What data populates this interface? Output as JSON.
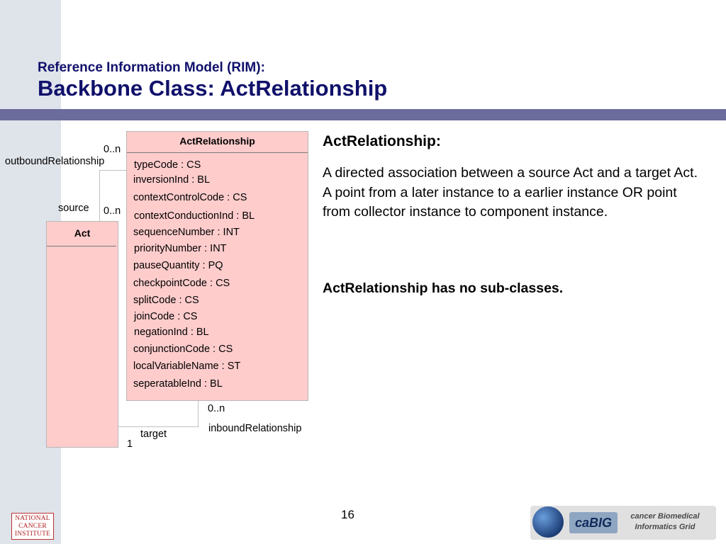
{
  "slide": {
    "title_line1": "Reference Information Model (RIM):",
    "title_line2": "Backbone Class:  ActRelationship",
    "page_number": "16"
  },
  "diagram": {
    "act_class": {
      "name": "Act"
    },
    "actrelationship_class": {
      "name": "ActRelationship",
      "attributes": [
        "typeCode : CS",
        "inversionInd : BL",
        "contextControlCode : CS",
        "contextConductionInd : BL",
        "sequenceNumber : INT",
        "priorityNumber : INT",
        "pauseQuantity : PQ",
        "checkpointCode : CS",
        "splitCode : CS",
        "joinCode : CS",
        "negationInd : BL",
        "conjunctionCode : CS",
        "localVariableName : ST",
        "seperatableInd : BL"
      ]
    },
    "labels": {
      "outbound_mult": "0..n",
      "outbound_role": "outboundRelationship",
      "source_role": "source",
      "source_mult": "0..n",
      "inbound_mult": "0..n",
      "inbound_role": "inboundRelationship",
      "target_role": "target",
      "target_mult": "1"
    }
  },
  "description": {
    "heading": "ActRelationship:",
    "text": "A directed association between a source Act and a target Act.  A point from a later instance to a earlier instance OR point from collector instance to component instance.",
    "note": "ActRelationship has no sub-classes."
  },
  "logos": {
    "nci": "NATIONAL CANCER INSTITUTE",
    "cabig_wordmark": "caBIG",
    "cabig_tagline": "cancer Biomedical Informatics Grid"
  },
  "colors": {
    "title": "#10106b",
    "divider": "#6b6b9c",
    "sidebar": "#dfe3ea",
    "class_fill": "#ffcccc"
  }
}
